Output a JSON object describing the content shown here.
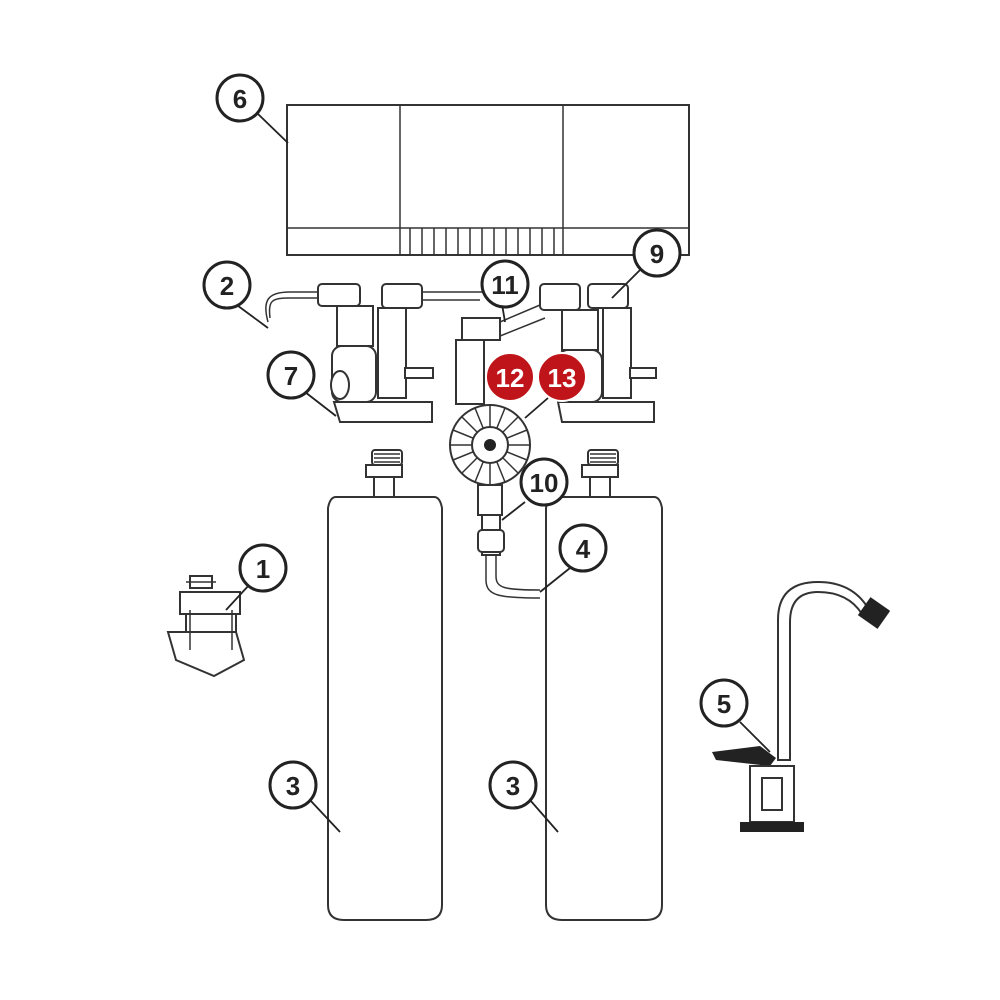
{
  "diagram": {
    "callouts": [
      {
        "id": "1",
        "label": "1"
      },
      {
        "id": "2",
        "label": "2"
      },
      {
        "id": "3a",
        "label": "3"
      },
      {
        "id": "3b",
        "label": "3"
      },
      {
        "id": "4",
        "label": "4"
      },
      {
        "id": "5",
        "label": "5"
      },
      {
        "id": "6",
        "label": "6"
      },
      {
        "id": "7",
        "label": "7"
      },
      {
        "id": "9",
        "label": "9"
      },
      {
        "id": "10",
        "label": "10"
      },
      {
        "id": "11",
        "label": "11"
      }
    ],
    "highlighted_callouts": [
      {
        "id": "12",
        "label": "12"
      },
      {
        "id": "13",
        "label": "13"
      }
    ],
    "colors": {
      "line": "#333333",
      "highlight": "#c0141b",
      "background": "#ffffff"
    }
  }
}
